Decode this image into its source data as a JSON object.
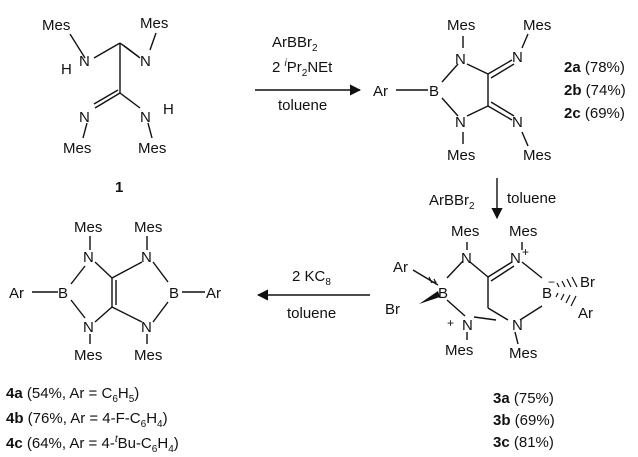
{
  "compound1": {
    "number": "1",
    "atoms": {
      "mes": "Mes",
      "n": "N",
      "h": "H"
    }
  },
  "step1": {
    "reagent_line1": "ArBBr",
    "reagent_line1_sub": "2",
    "reagent_line2_coef": "2 ",
    "reagent_line2_sup": "i",
    "reagent_line2_pr": "Pr",
    "reagent_line2_sub": "2",
    "reagent_line2_rest": "NEt",
    "solvent": "toluene"
  },
  "compound2": {
    "atoms": {
      "ar": "Ar",
      "b": "B",
      "n": "N",
      "mes": "Mes"
    },
    "yields": [
      {
        "id": "2a",
        "yield": " (78%)"
      },
      {
        "id": "2b",
        "yield": " (74%)"
      },
      {
        "id": "2c",
        "yield": " (69%)"
      }
    ]
  },
  "step2": {
    "reagent": "ArBBr",
    "reagent_sub": "2",
    "solvent": "toluene"
  },
  "compound3": {
    "atoms": {
      "ar": "Ar",
      "b": "B",
      "n": "N",
      "mes": "Mes",
      "br": "Br",
      "minus": "−",
      "plus": "+"
    },
    "yields": [
      {
        "id": "3a",
        "yield": " (75%)"
      },
      {
        "id": "3b",
        "yield": " (69%)"
      },
      {
        "id": "3c",
        "yield": " (81%)"
      }
    ]
  },
  "step3": {
    "reagent": "2 KC",
    "reagent_sub": "8",
    "solvent": "toluene"
  },
  "compound4": {
    "atoms": {
      "ar": "Ar",
      "b": "B",
      "n": "N",
      "mes": "Mes"
    },
    "yields": [
      {
        "id": "4a",
        "p1": " (54%, Ar = C",
        "s1": "6",
        "p2": "H",
        "s2": "5",
        "p3": ")"
      },
      {
        "id": "4b",
        "p1": " (76%, Ar = 4-F-C",
        "s1": "6",
        "p2": "H",
        "s2": "4",
        "p3": ")"
      },
      {
        "id": "4c",
        "p1": " (64%, Ar = 4-",
        "sup": "t",
        "p1b": "Bu-C",
        "s1": "6",
        "p2": "H",
        "s2": "4",
        "p3": ")"
      }
    ]
  }
}
